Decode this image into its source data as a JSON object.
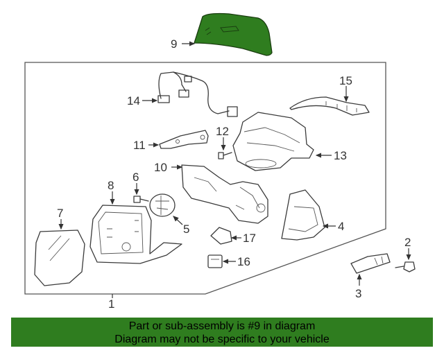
{
  "diagram": {
    "callouts": {
      "c1": "1",
      "c2": "2",
      "c3": "3",
      "c4": "4",
      "c5": "5",
      "c6": "6",
      "c7": "7",
      "c8": "8",
      "c9": "9",
      "c10": "10",
      "c11": "11",
      "c12": "12",
      "c13": "13",
      "c14": "14",
      "c15": "15",
      "c16": "16",
      "c17": "17"
    },
    "highlight_color": "#2f7d1f",
    "highlighted_part": "9"
  },
  "banner": {
    "line1": "Part or sub-assembly is #9 in diagram",
    "line2": "Diagram may not be specific to your vehicle"
  }
}
